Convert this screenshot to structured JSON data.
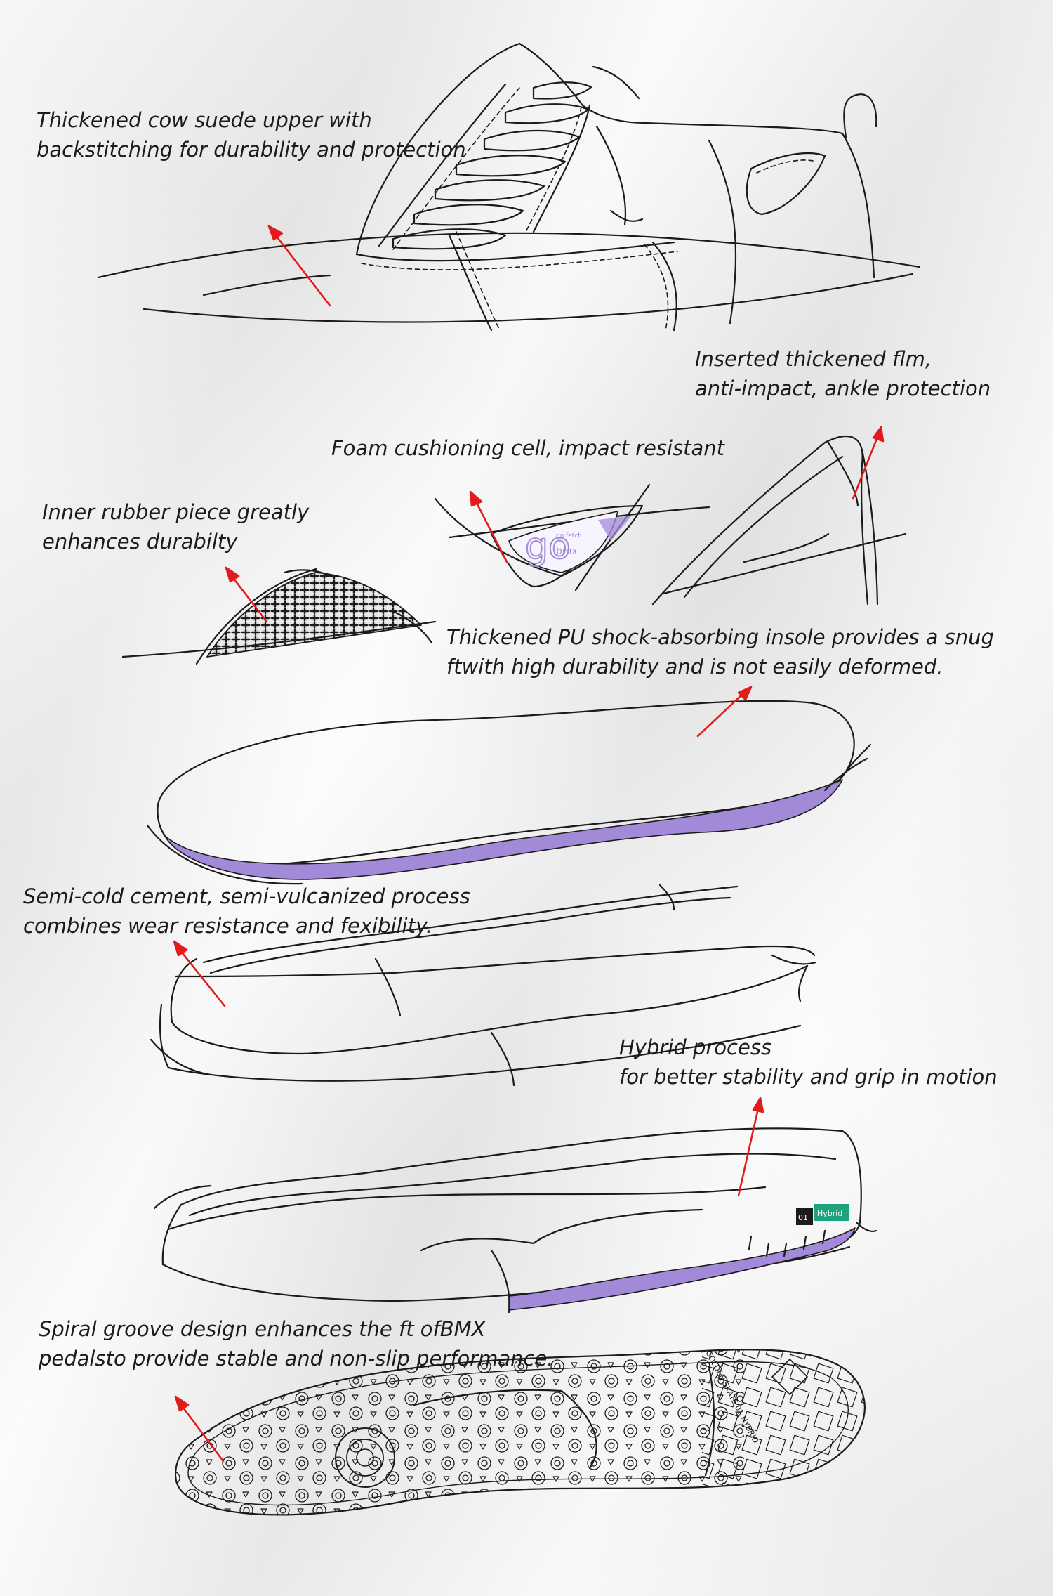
{
  "colors": {
    "arrow": "#e21c1c",
    "ink": "#1b1b1b",
    "accent_purple": "#9d86d6",
    "badge_green": "#1fa27e",
    "badge_dark": "#1c1c1c"
  },
  "callouts": {
    "upper": {
      "lines": [
        "Thickened cow suede upper with",
        "backstitching for durability and protection"
      ]
    },
    "film": {
      "lines": [
        "Inserted thickened flm,",
        "anti-impact, ankle protection"
      ]
    },
    "foam": {
      "lines": [
        "Foam cushioning cell, impact resistant"
      ]
    },
    "rubber": {
      "lines": [
        "Inner rubber piece greatly",
        "enhances durabilty"
      ]
    },
    "insole": {
      "lines": [
        "Thickened PU shock-absorbing insole provides a snug",
        "ftwith high durability and is not easily deformed."
      ]
    },
    "cement": {
      "lines": [
        "Semi-cold cement, semi-vulcanized process",
        "combines wear resistance and fexibility."
      ]
    },
    "hybrid": {
      "lines": [
        "Hybrid process",
        "for better stability and grip in motion"
      ]
    },
    "outsole": {
      "lines": [
        "Spiral groove design enhances the ft ofBMX",
        "pedalsto provide stable and non-slip performance."
      ]
    }
  },
  "foam_logo": {
    "mark": "go",
    "small_text_1": "go fetch",
    "small_text_2": "bmx"
  },
  "sole_badge": {
    "number": "01",
    "name": "Hybrid"
  },
  "outsole_side_text": "GOLDEN SKATE 01 HYBRID"
}
